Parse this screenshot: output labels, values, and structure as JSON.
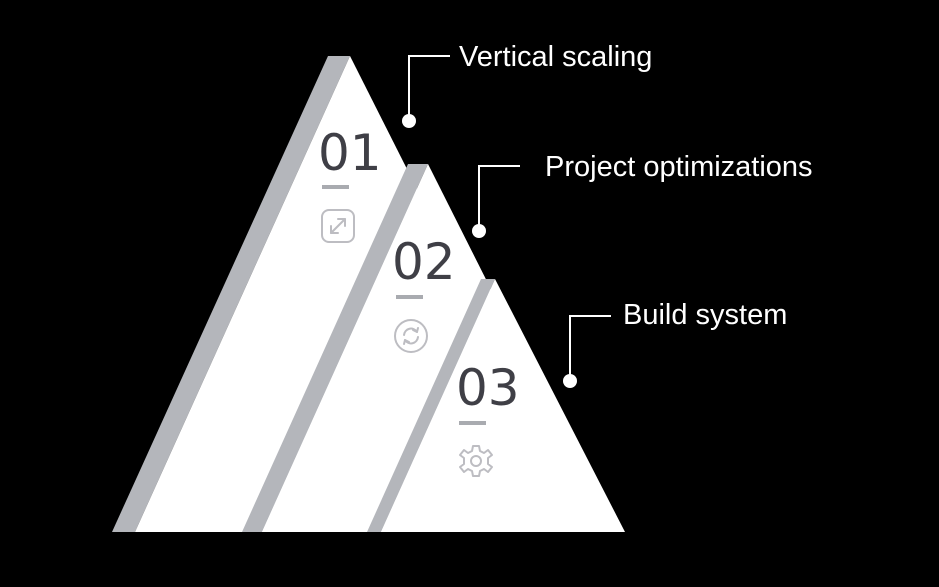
{
  "colors": {
    "background": "#000000",
    "panel_face": "#ffffff",
    "panel_edge": "#b4b6bb",
    "number_text": "#3f3f46",
    "underline": "#a9abb0",
    "icon": "#bdbdc2",
    "callout_text": "#ffffff",
    "callout_line": "#ffffff"
  },
  "steps": [
    {
      "number": "01",
      "icon": "expand-arrows-icon",
      "label": "Vertical scaling"
    },
    {
      "number": "02",
      "icon": "refresh-cycle-icon",
      "label": "Project optimizations"
    },
    {
      "number": "03",
      "icon": "gear-icon",
      "label": "Build system"
    }
  ]
}
